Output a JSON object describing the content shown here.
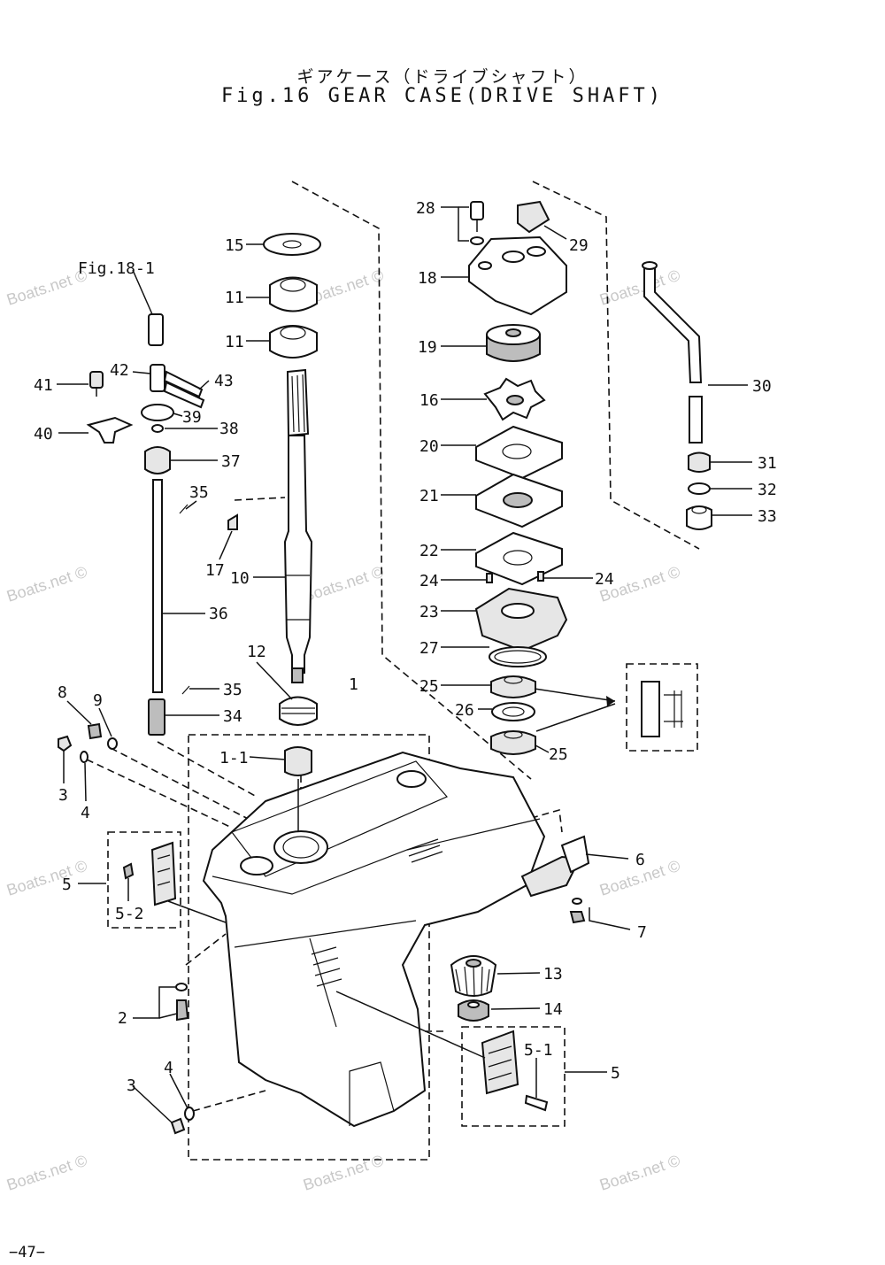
{
  "figure": {
    "title_jp": "ギアケース（ドライブシャフト）",
    "title_en": "Fig.16 GEAR CASE(DRIVE SHAFT)",
    "page_number": "−47−",
    "watermark": "Boats.net ©",
    "ref_label": "Fig.18-1"
  },
  "labels": {
    "l1": "1",
    "l1_1": "1-1",
    "l2": "2",
    "l3a": "3",
    "l3b": "3",
    "l4a": "4",
    "l4b": "4",
    "l5a": "5",
    "l5_2": "5-2",
    "l5b": "5",
    "l5_1": "5-1",
    "l6": "6",
    "l7": "7",
    "l8": "8",
    "l9": "9",
    "l10": "10",
    "l11a": "11",
    "l11b": "11",
    "l12": "12",
    "l13": "13",
    "l14": "14",
    "l15": "15",
    "l16": "16",
    "l17": "17",
    "l18": "18",
    "l19": "19",
    "l20": "20",
    "l21": "21",
    "l22": "22",
    "l23": "23",
    "l24a": "24",
    "l24b": "24",
    "l25a": "25",
    "l25b": "25",
    "l26": "26",
    "l27": "27",
    "l28": "28",
    "l29": "29",
    "l30": "30",
    "l31": "31",
    "l32": "32",
    "l33": "33",
    "l34": "34",
    "l35a": "35",
    "l35b": "35",
    "l36": "36",
    "l37": "37",
    "l38": "38",
    "l39": "39",
    "l40": "40",
    "l41": "41",
    "l42": "42",
    "l43": "43"
  }
}
